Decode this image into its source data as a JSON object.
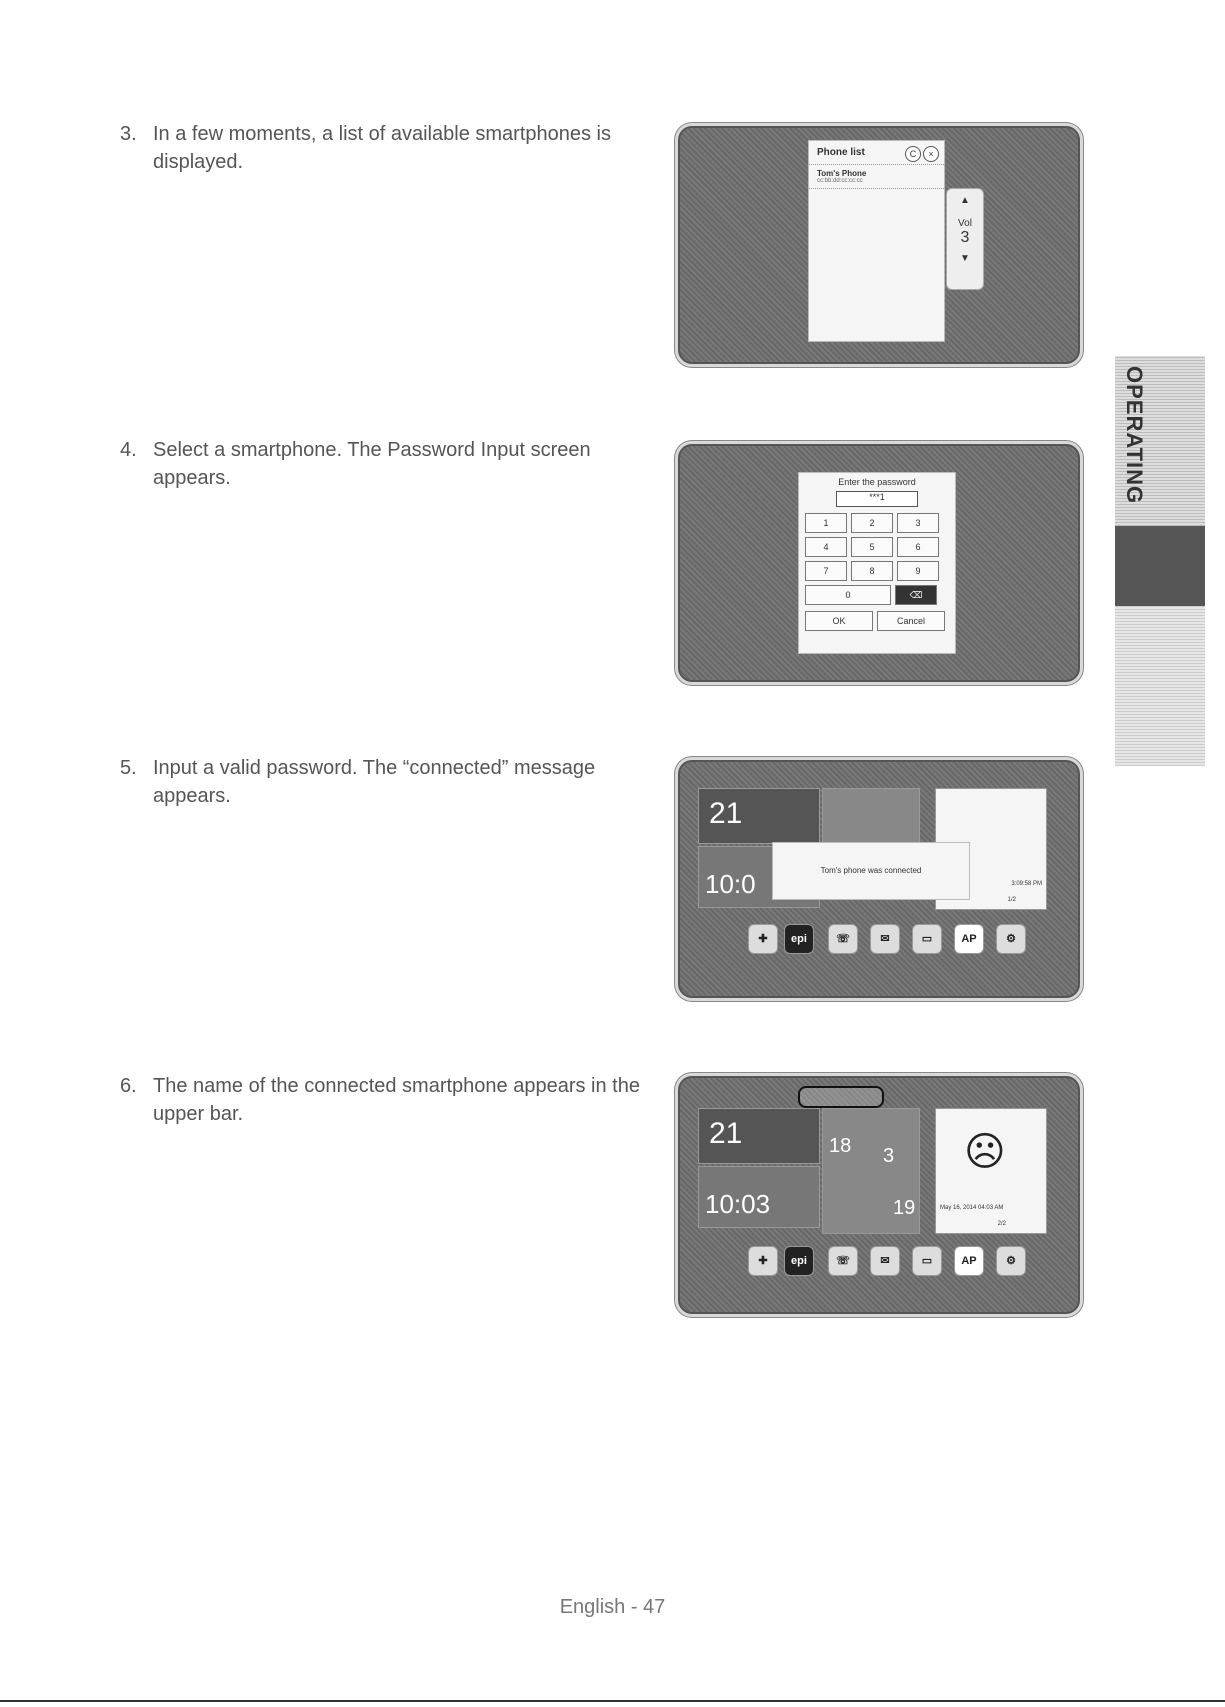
{
  "steps": [
    {
      "num": "3.",
      "text": "In a few moments, a list of available smartphones is displayed."
    },
    {
      "num": "4.",
      "text": "Select a smartphone. The Password Input screen appears."
    },
    {
      "num": "5.",
      "text": "Input a valid password. The “connected” message appears."
    },
    {
      "num": "6.",
      "text": "The name of the connected smartphone appears in the upper bar."
    }
  ],
  "screen1": {
    "title": "Phone list",
    "phone_name": "Tom's Phone",
    "phone_id": "cc:bb:dd:cc:cc:cc",
    "vol_label": "Vol",
    "vol_value": "3"
  },
  "screen2": {
    "prompt": "Enter the password",
    "input_value": "***1",
    "keys": [
      "1",
      "2",
      "3",
      "4",
      "5",
      "6",
      "7",
      "8",
      "9",
      "0"
    ],
    "ok": "OK",
    "cancel": "Cancel"
  },
  "screen3": {
    "temp": "21",
    "time": "10:0",
    "toast": "Tom's phone was connected",
    "clock": "3:09:58 PM",
    "page": "1/2"
  },
  "screen4": {
    "temp": "21",
    "time": "10:03",
    "num1": "18",
    "num2": "3",
    "num3": "19",
    "date": "May 16, 2014 04:03 AM",
    "page": "2/2"
  },
  "side_tab": {
    "label": "OPERATING"
  },
  "footer": {
    "page_label": "English - 47"
  }
}
